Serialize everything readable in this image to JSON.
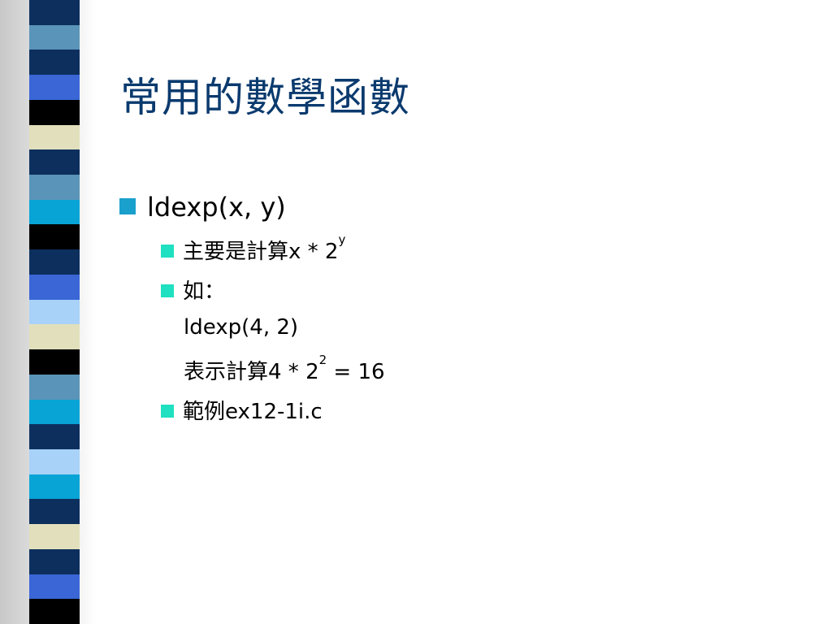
{
  "title": "常用的數學函數",
  "bullet1": "ldexp(x, y)",
  "sub1_prefix": "主要是計算x * 2",
  "sub1_sup": "y",
  "sub2": "如：",
  "sub2_line1": "ldexp(4, 2)",
  "sub2_line2_prefix": "表示計算4 * 2",
  "sub2_line2_sup": "2",
  "sub2_line2_suffix": " = 16",
  "sub3": "範例ex12-1i.c",
  "colors": {
    "title": "#0a3a6e",
    "bullet_main": "#1aa0cc",
    "bullet_sub": "#1fe0c0",
    "strip_bands": [
      "#0d2f5e",
      "#5a94b8",
      "#0d2f5e",
      "#3a66d6",
      "#000000",
      "#e2e0bc",
      "#0d2f5e",
      "#5a94b8",
      "#08a4d6",
      "#000000",
      "#0d2f5e",
      "#3a66d6",
      "#a8d2f8",
      "#e2e0bc",
      "#000000",
      "#5a94b8",
      "#08a4d6",
      "#0d2f5e",
      "#a8d2f8",
      "#08a4d6",
      "#0d2f5e",
      "#e2e0bc",
      "#0d2f5e",
      "#3a66d6",
      "#000000"
    ]
  }
}
